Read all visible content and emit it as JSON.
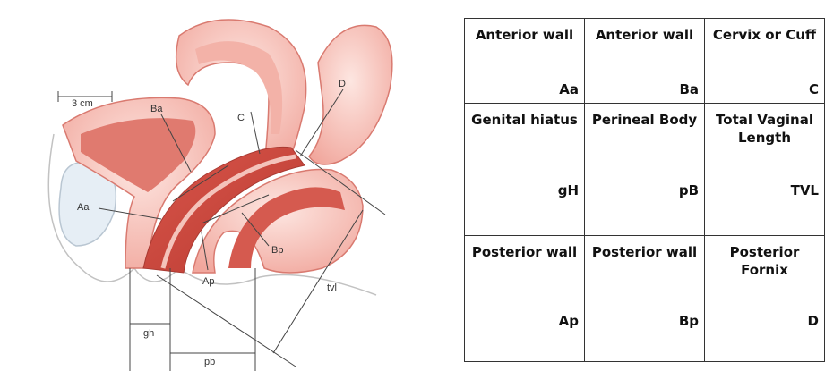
{
  "diagram": {
    "labels": {
      "scale": "3 cm",
      "Ba": "Ba",
      "C": "C",
      "D": "D",
      "Aa": "Aa",
      "Ap": "Ap",
      "Bp": "Bp",
      "tvl": "tvl",
      "gh": "gh",
      "pb": "pb"
    },
    "colors": {
      "tissue_light": "#f7c9c2",
      "tissue_mid": "#e9857a",
      "tissue_dark": "#c9473d",
      "outline": "#b94a42",
      "bladder": "#e6eef5"
    }
  },
  "table": {
    "rows": [
      [
        {
          "title": "Anterior wall",
          "code": "Aa"
        },
        {
          "title": "Anterior wall",
          "code": "Ba"
        },
        {
          "title": "Cervix or Cuff",
          "code": "C"
        }
      ],
      [
        {
          "title": "Genital hiatus",
          "code": "gH"
        },
        {
          "title": "Perineal Body",
          "code": "pB"
        },
        {
          "title": "Total Vaginal Length",
          "code": "TVL"
        }
      ],
      [
        {
          "title": "Posterior wall",
          "code": "Ap"
        },
        {
          "title": "Posterior wall",
          "code": "Bp"
        },
        {
          "title": "Posterior Fornix",
          "code": "D"
        }
      ]
    ]
  }
}
